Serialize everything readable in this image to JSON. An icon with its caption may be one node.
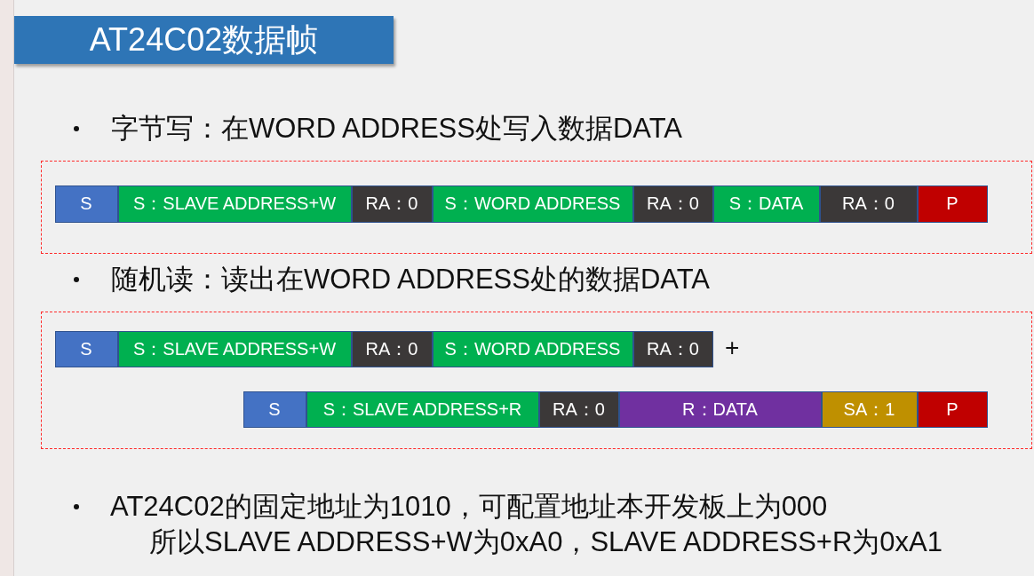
{
  "diagram": {
    "title": "AT24C02数据帧",
    "nodes": [
      {
        "text": [],
        "shape": "box"
      },
      {
        "text": [
          "S"
        ],
        "in": 0
      },
      {
        "text": [
          "S：SLAVE ADDRESS+W"
        ],
        "in": 0
      },
      {
        "text": [
          "RA：0"
        ],
        "in": 0
      },
      {
        "text": [
          "S：WORD ADDRESS"
        ],
        "in": 0
      },
      {
        "text": [
          "RA：0"
        ],
        "in": 0
      },
      {
        "text": [
          "S：DATA"
        ],
        "in": 0
      },
      {
        "text": [
          "RA：0"
        ],
        "in": 0
      },
      {
        "text": [
          "P"
        ],
        "in": 0
      },
      {
        "text": [],
        "shape": "box"
      },
      {
        "text": [
          "S"
        ],
        "in": 9
      },
      {
        "text": [
          "S：SLAVE ADDRESS+W"
        ],
        "in": 9
      },
      {
        "text": [
          "RA：0"
        ],
        "in": 9
      },
      {
        "text": [
          "S：WORD ADDRESS"
        ],
        "in": 9
      },
      {
        "text": [
          "RA：0"
        ],
        "in": 9
      },
      {
        "text": [
          "S"
        ],
        "in": 9
      },
      {
        "text": [
          "S：SLAVE ADDRESS+R"
        ],
        "in": 9
      },
      {
        "text": [
          "RA：0"
        ],
        "in": 9
      },
      {
        "text": [
          "R：DATA"
        ],
        "in": 9
      },
      {
        "text": [
          "SA：1"
        ],
        "in": 9
      },
      {
        "text": [
          "P"
        ],
        "in": 9
      }
    ],
    "labels": [
      "字节写：在WORD ADDRESS处写入数据DATA",
      "随机读：读出在WORD ADDRESS处的数据DATA",
      "+",
      "AT24C02的固定地址为1010，可配置地址本开发板上为000",
      "所以SLAVE ADDRESS+W为0xA0，SLAVE ADDRESS+R为0xA1"
    ]
  }
}
